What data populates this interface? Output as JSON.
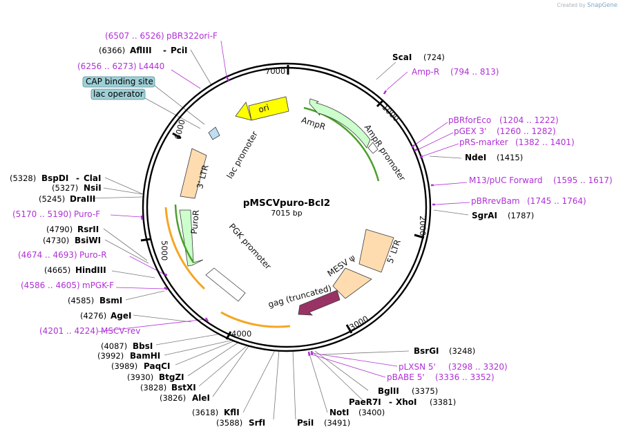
{
  "credit": {
    "prefix": "Created by",
    "brand": "SnapGene"
  },
  "map": {
    "name": "pMSCVpuro-Bcl2",
    "length": "7015 bp"
  },
  "ticks": [
    "1000",
    "2000",
    "3000",
    "4000",
    "5000",
    "6000",
    "7000"
  ],
  "features": {
    "ori": "ori",
    "ampr": "AmpR",
    "ampr_promoter": "AmpR promoter",
    "lac_promoter": "lac promoter",
    "ltr3": "3' LTR",
    "puror": "PuroR",
    "pgk": "PGK promoter",
    "ltr5": "5' LTR",
    "mesv": "MESV ψ",
    "gag": "gag (truncated)"
  },
  "boxes": {
    "cap": "CAP binding site",
    "lac_operator": "lac operator"
  },
  "sites": [
    {
      "pos": "(724)",
      "name": "ScaI"
    },
    {
      "pos": "(1415)",
      "name": "NdeI"
    },
    {
      "pos": "(1787)",
      "name": "SgrAI"
    },
    {
      "pos": "(3248)",
      "name": "BsrGI"
    },
    {
      "pos": "(3375)",
      "name": "BglII"
    },
    {
      "pos": "(3381)",
      "name": "PaeR7I",
      "name2": "XhoI"
    },
    {
      "pos": "(3400)",
      "name": "NotI"
    },
    {
      "pos": "(3491)",
      "name": "PsiI"
    },
    {
      "pos": "(3588)",
      "name": "SrfI"
    },
    {
      "pos": "(3618)",
      "name": "KflI"
    },
    {
      "pos": "(3826)",
      "name": "AleI"
    },
    {
      "pos": "(3828)",
      "name": "BstXI"
    },
    {
      "pos": "(3930)",
      "name": "BtgZI"
    },
    {
      "pos": "(3989)",
      "name": "PaqCI"
    },
    {
      "pos": "(3992)",
      "name": "BamHI"
    },
    {
      "pos": "(4087)",
      "name": "BbsI"
    },
    {
      "pos": "(4276)",
      "name": "AgeI"
    },
    {
      "pos": "(4585)",
      "name": "BsmI"
    },
    {
      "pos": "(4665)",
      "name": "HindIII"
    },
    {
      "pos": "(4730)",
      "name": "BsiWI"
    },
    {
      "pos": "(4790)",
      "name": "RsrII"
    },
    {
      "pos": "(5245)",
      "name": "DraIII"
    },
    {
      "pos": "(5327)",
      "name": "NsiI"
    },
    {
      "pos": "(5328)",
      "name": "BspDI",
      "name2": "ClaI"
    },
    {
      "pos": "(6366)",
      "name": "AflIII",
      "name2": "PciI"
    }
  ],
  "primers": [
    {
      "name": "pBR322ori-F",
      "range": "(6507 .. 6526)"
    },
    {
      "name": "L4440",
      "range": "(6256 .. 6273)"
    },
    {
      "name": "Amp-R",
      "range": "(794 .. 813)"
    },
    {
      "name": "pBRforEco",
      "range": "(1204 .. 1222)"
    },
    {
      "name": "pGEX 3'",
      "range": "(1260 .. 1282)"
    },
    {
      "name": "pRS-marker",
      "range": "(1382 .. 1401)"
    },
    {
      "name": "M13/pUC Forward",
      "range": "(1595 .. 1617)"
    },
    {
      "name": "pBRrevBam",
      "range": "(1745 .. 1764)"
    },
    {
      "name": "pLXSN 5'",
      "range": "(3298 .. 3320)"
    },
    {
      "name": "pBABE 5'",
      "range": "(3336 .. 3352)"
    },
    {
      "name": "MSCV-rev",
      "range": "(4201 .. 4224)"
    },
    {
      "name": "mPGK-F",
      "range": "(4586 .. 4605)"
    },
    {
      "name": "Puro-R",
      "range": "(4674 .. 4693)"
    },
    {
      "name": "Puro-F",
      "range": "(5170 .. 5190)"
    }
  ],
  "colors": {
    "primer": "#b02fd6",
    "ori": "#ffff00",
    "ampr": "#ccffcc",
    "ltr": "#ffdcb0",
    "gag": "#993366",
    "feature_orange": "#f5a623",
    "box": "#9ecfd6"
  }
}
